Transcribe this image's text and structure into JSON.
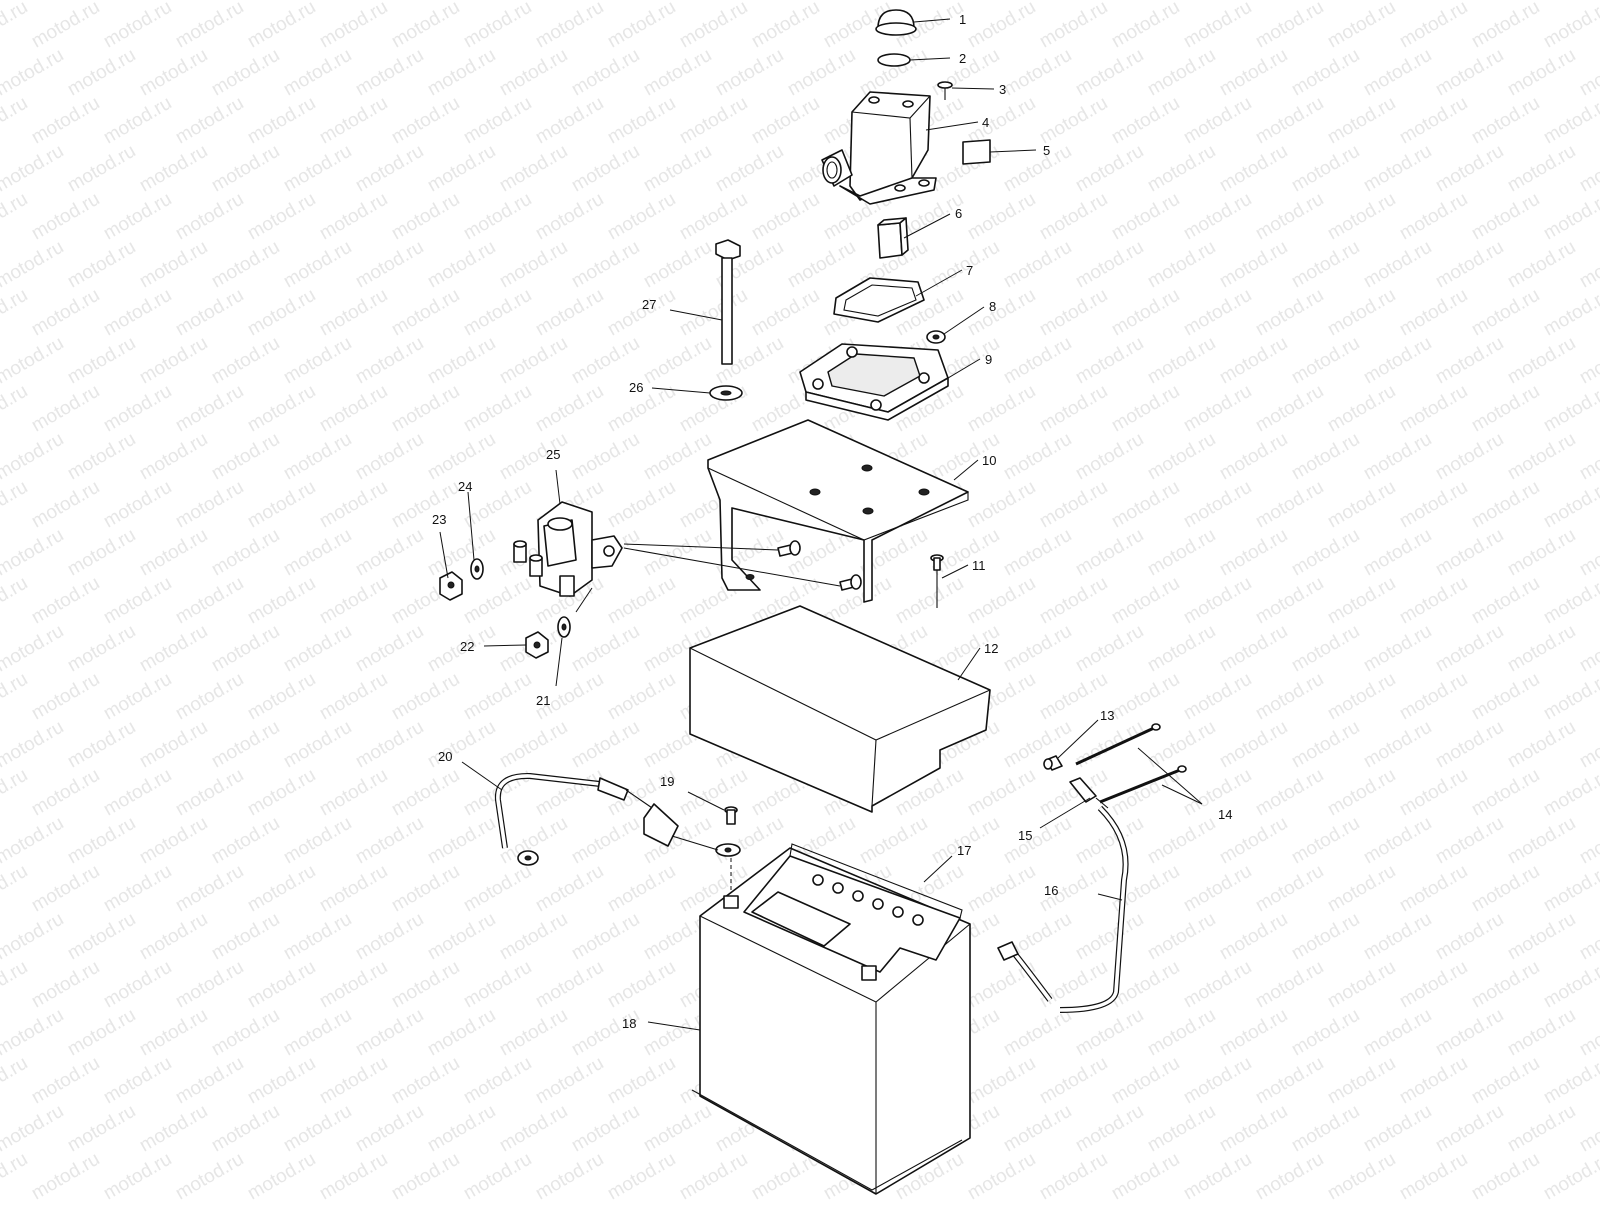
{
  "watermark": {
    "text": "motod.ru"
  },
  "callouts": [
    {
      "id": "1",
      "label": "1"
    },
    {
      "id": "2",
      "label": "2"
    },
    {
      "id": "3",
      "label": "3"
    },
    {
      "id": "4",
      "label": "4"
    },
    {
      "id": "5",
      "label": "5"
    },
    {
      "id": "6",
      "label": "6"
    },
    {
      "id": "7",
      "label": "7"
    },
    {
      "id": "8",
      "label": "8"
    },
    {
      "id": "9",
      "label": "9"
    },
    {
      "id": "10",
      "label": "10"
    },
    {
      "id": "11",
      "label": "11"
    },
    {
      "id": "12",
      "label": "12"
    },
    {
      "id": "13",
      "label": "13"
    },
    {
      "id": "14",
      "label": "14"
    },
    {
      "id": "15",
      "label": "15"
    },
    {
      "id": "16",
      "label": "16"
    },
    {
      "id": "17",
      "label": "17"
    },
    {
      "id": "18",
      "label": "18"
    },
    {
      "id": "19",
      "label": "19"
    },
    {
      "id": "20",
      "label": "20"
    },
    {
      "id": "21",
      "label": "21"
    },
    {
      "id": "22",
      "label": "22"
    },
    {
      "id": "23",
      "label": "23"
    },
    {
      "id": "24",
      "label": "24"
    },
    {
      "id": "25",
      "label": "25"
    },
    {
      "id": "26",
      "label": "26"
    },
    {
      "id": "27",
      "label": "27"
    }
  ]
}
